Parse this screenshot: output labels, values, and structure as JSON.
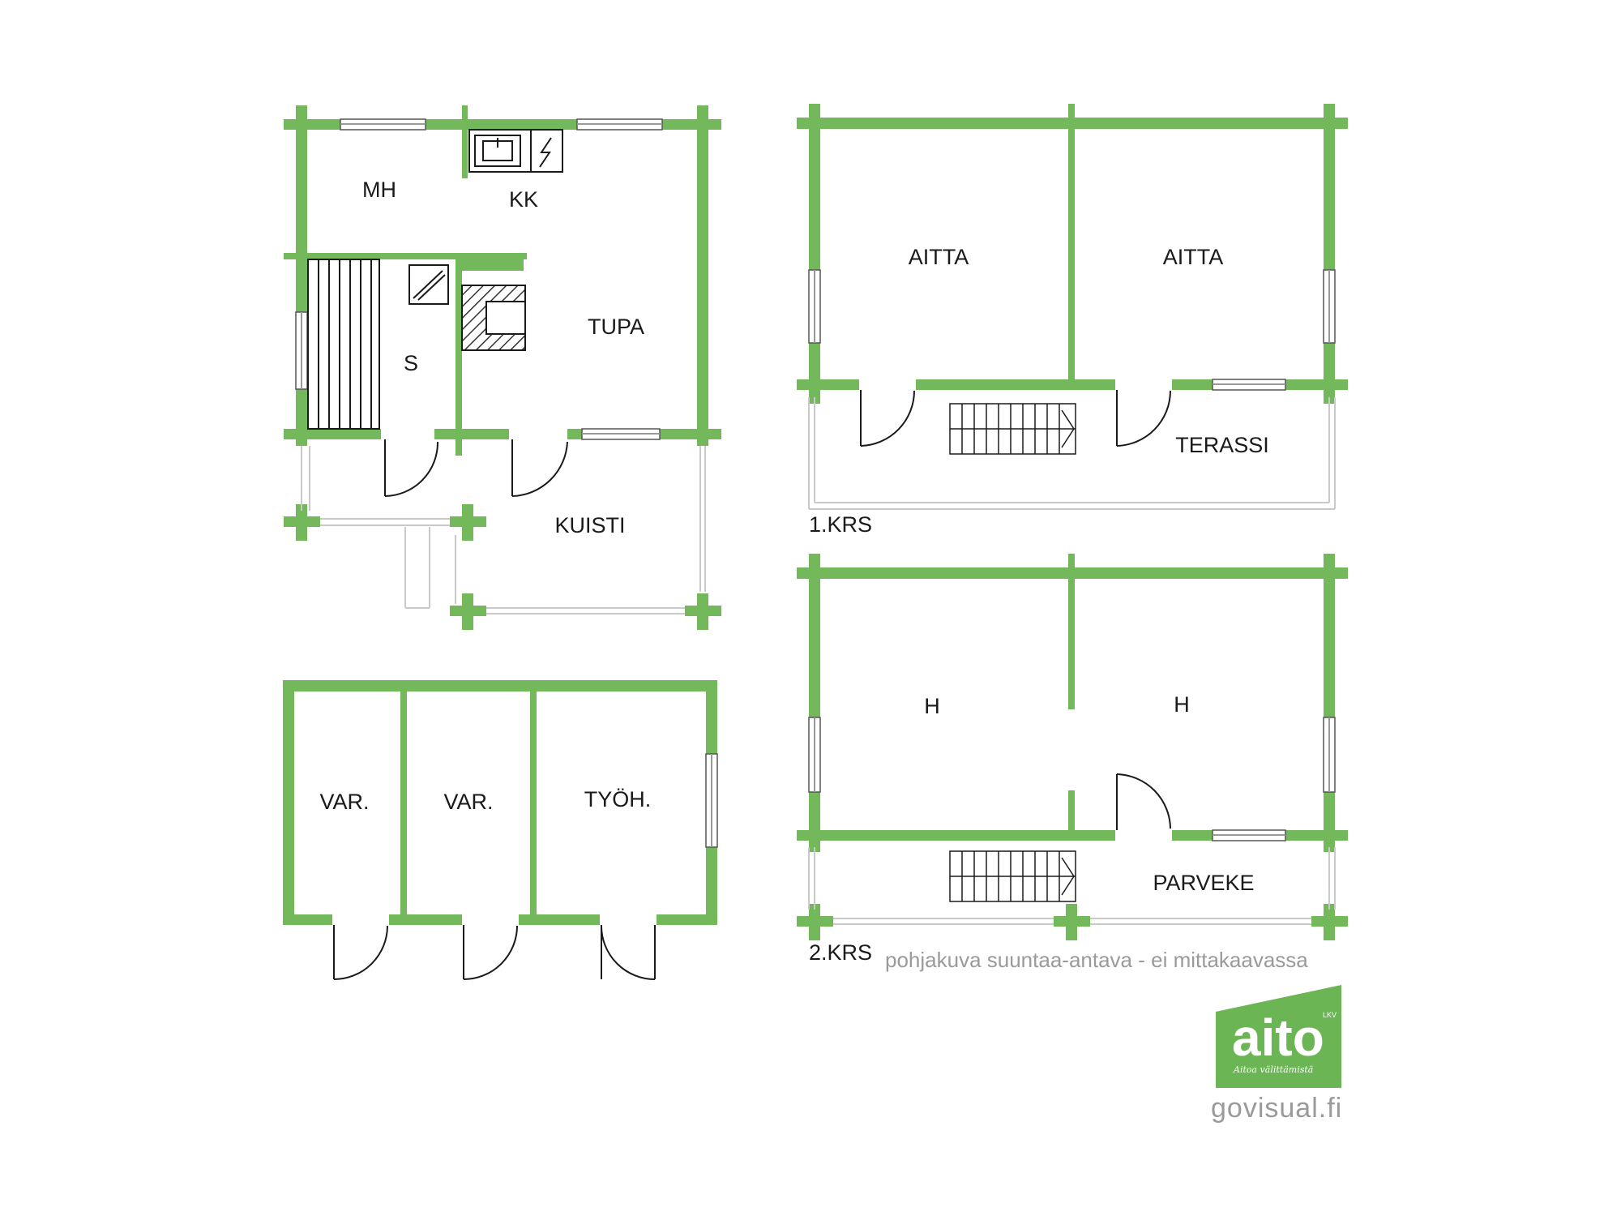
{
  "colors": {
    "wall": "#73b95b",
    "logo_bg": "#6cb554",
    "line": "#1a1a1a",
    "window": "#c9c9c9",
    "note": "#9a9a9a"
  },
  "plan_main": {
    "rooms": {
      "mh": "MH",
      "kk": "KK",
      "tupa": "TUPA",
      "s": "S",
      "kuisti": "KUISTI"
    }
  },
  "plan_storage": {
    "rooms": {
      "var1": "VAR.",
      "var2": "VAR.",
      "tyoh": "TYÖH."
    }
  },
  "plan_floor1": {
    "label": "1.KRS",
    "rooms": {
      "aitta1": "AITTA",
      "aitta2": "AITTA",
      "terassi": "TERASSI"
    }
  },
  "plan_floor2": {
    "label": "2.KRS",
    "rooms": {
      "h1": "H",
      "h2": "H",
      "parveke": "PARVEKE"
    }
  },
  "disclaimer": "pohjakuva suuntaa-antava - ei mittakaavassa",
  "logo": {
    "brand": "aito",
    "badge": "LKV",
    "tagline": "Aitoa välittämistä"
  },
  "website": "govisual.fi"
}
